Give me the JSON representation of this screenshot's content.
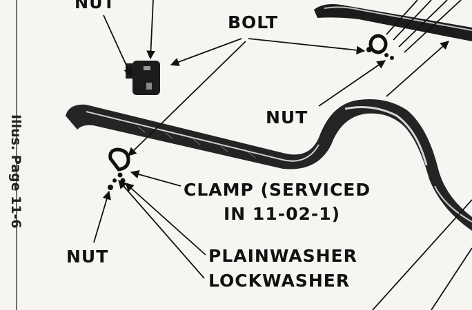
{
  "labels": {
    "nut_top": "NUT",
    "bolt": "BOLT",
    "nut_mid": "NUT",
    "clamp_line1": "CLAMP (SERVICED",
    "clamp_line2": "IN 11-02-1)",
    "nut_left": "NUT",
    "plainwasher": "PLAINWASHER",
    "lockwasher": "LOCKWASHER"
  },
  "side_caption": "Illus. Page 11-6",
  "colors": {
    "ink": "#111111",
    "paper": "#f6f5f1",
    "metal": "#2a2a2a"
  }
}
